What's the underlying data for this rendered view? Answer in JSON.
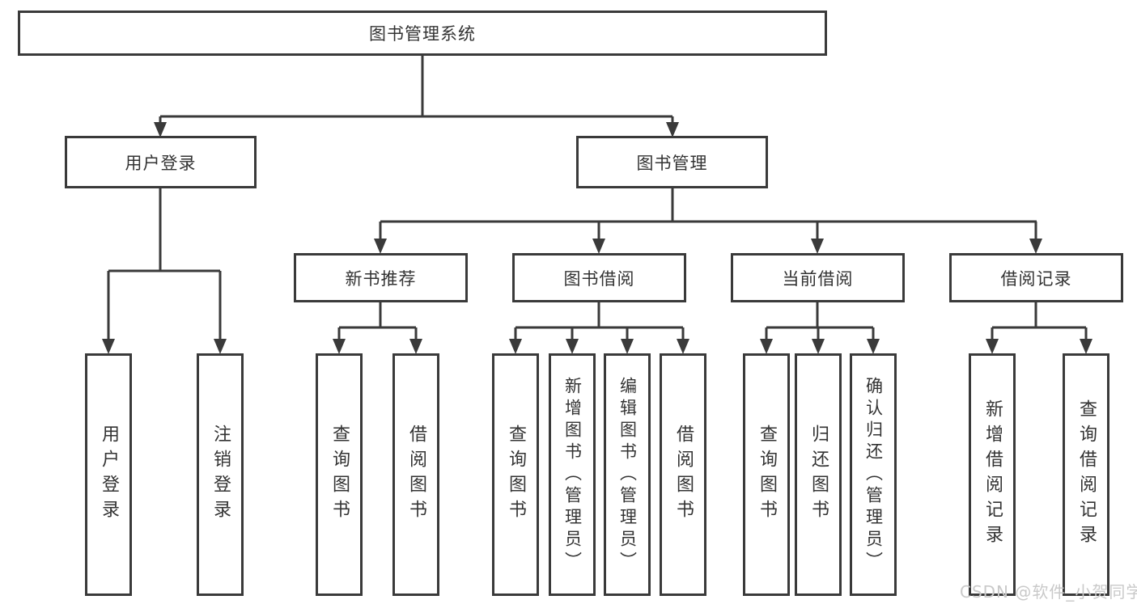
{
  "title": "图书管理系统",
  "level1": {
    "user_login": "用户登录",
    "book_mgmt": "图书管理"
  },
  "level2": {
    "new_book_rec": "新书推荐",
    "book_borrow": "图书借阅",
    "current_borrow": "当前借阅",
    "borrow_records": "借阅记录"
  },
  "leaves": [
    "用户登录",
    "注销登录",
    "查询图书",
    "借阅图书",
    "查询图书",
    "新增图书（管理员）",
    "编辑图书（管理员）",
    "借阅图书",
    "查询图书",
    "归还图书",
    "确认归还（管理员）",
    "新增借阅记录",
    "查询借阅记录"
  ],
  "watermark": "CSDN @软件_小贺同学",
  "colors": {
    "line": "#3a3a3a",
    "text": "#333333",
    "watermark": "#c9c9c9",
    "background": "#ffffff"
  }
}
